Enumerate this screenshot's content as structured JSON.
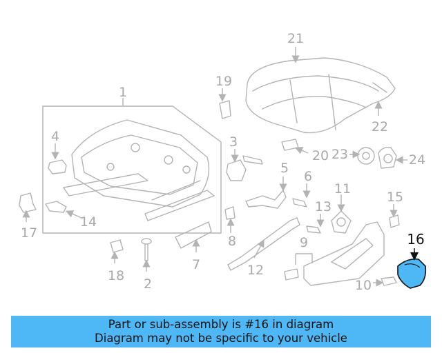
{
  "diagram": {
    "highlight_color": "#4db8f5",
    "highlighted_part": "16",
    "labels": {
      "p1": "1",
      "p2": "2",
      "p3": "3",
      "p4": "4",
      "p5": "5",
      "p6": "6",
      "p7": "7",
      "p8": "8",
      "p9": "9",
      "p10": "10",
      "p11": "11",
      "p12": "12",
      "p13": "13",
      "p14": "14",
      "p15": "15",
      "p16": "16",
      "p17": "17",
      "p18": "18",
      "p19": "19",
      "p20": "20",
      "p21": "21",
      "p22": "22",
      "p23": "23",
      "p24": "24"
    }
  },
  "banner": {
    "line1": "Part or sub-assembly is #16 in diagram",
    "line2": "Diagram may not be specific to your vehicle",
    "color": "#4db8f5"
  }
}
